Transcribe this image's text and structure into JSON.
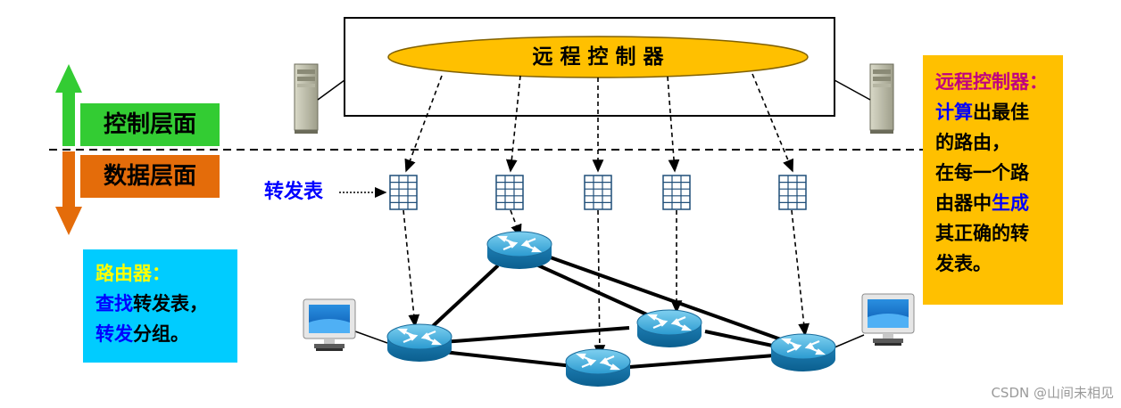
{
  "controller": {
    "label": "远 程 控 制 器"
  },
  "layers": {
    "control": "控制层面",
    "data": "数据层面"
  },
  "forwarding_table_label": "转发表",
  "router_note": {
    "title": "路由器：",
    "line2_highlight": "查找",
    "line2_rest": "转发表，",
    "line3_highlight": "转发",
    "line3_rest": "分组。"
  },
  "controller_note": {
    "title": "远程控制器：",
    "l1_highlight": "计算",
    "l1_rest": "出最佳",
    "l2": "的路由，",
    "l3": "在每一个路",
    "l4_pre": "由器中",
    "l4_highlight": "生成",
    "l5": "其正确的转",
    "l6": "发表。"
  },
  "watermark": "CSDN @山间未相见",
  "colors": {
    "controller_ellipse": "#FFC000",
    "control_layer": "#33CC33",
    "data_layer": "#E46C0A",
    "router_note_bg": "#00CCFF",
    "router_note_title": "#FFFF00",
    "router_note_highlight": "#0000FF",
    "controller_note_bg": "#FFC000",
    "controller_note_title": "#C00080",
    "controller_note_highlight": "#0000FF",
    "forwarding_label": "#0000FF"
  }
}
